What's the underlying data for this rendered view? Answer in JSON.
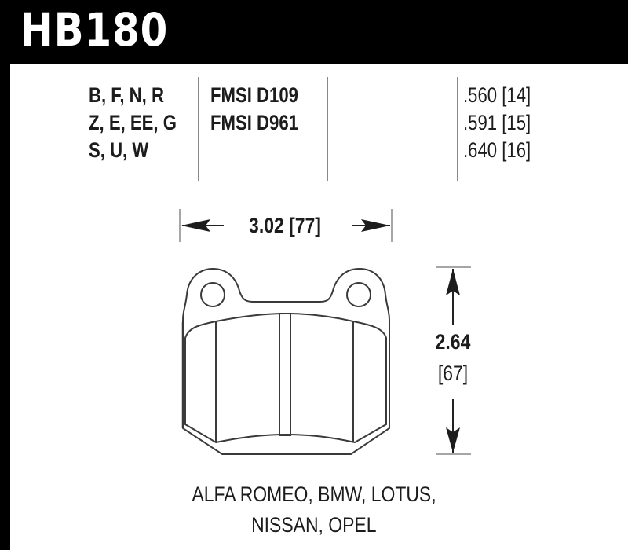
{
  "header": {
    "part_number": "HB180",
    "background_color": "#000000",
    "text_color": "#ffffff"
  },
  "specs": {
    "compounds": [
      "B, F, N, R",
      "Z, E, EE, G",
      "S, U, W"
    ],
    "fmsi": [
      "FMSI D109",
      "FMSI D961"
    ],
    "thickness": [
      ".560 [14]",
      ".591 [15]",
      ".640 [16]"
    ]
  },
  "dimensions": {
    "width": {
      "inches": "3.02",
      "mm": "[77]",
      "label": "3.02 [77]"
    },
    "height": {
      "inches": "2.64",
      "mm": "[67]"
    }
  },
  "vehicles": {
    "line1": "ALFA ROMEO, BMW, LOTUS,",
    "line2": "NISSAN, OPEL"
  }
}
